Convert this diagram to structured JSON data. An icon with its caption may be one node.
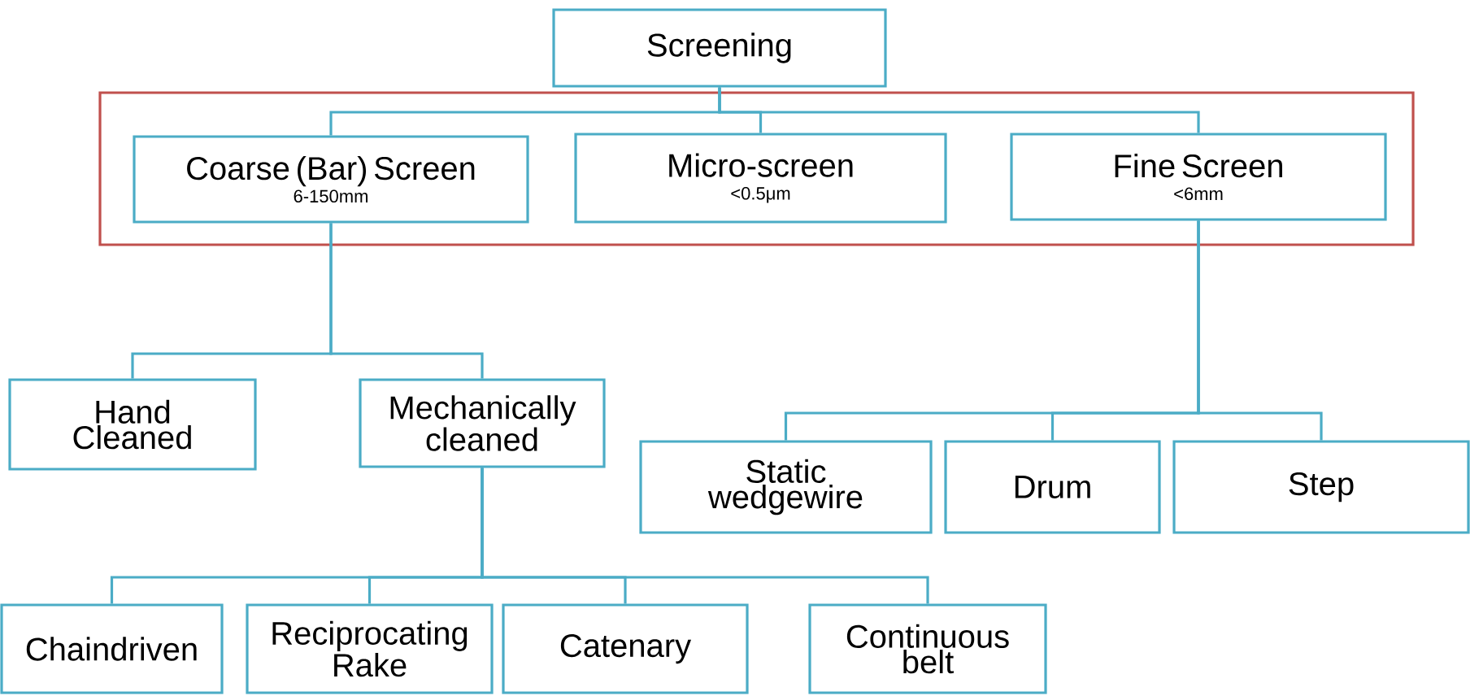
{
  "diagram": {
    "nodes": [
      {
        "text": [
          "Screening"
        ]
      },
      {
        "text": [],
        "shape": "box"
      },
      {
        "text": [
          "Coarse (Bar) Screen",
          "6-150mm"
        ],
        "in": 1
      },
      {
        "text": [
          "Micro-screen",
          "<0.5μm"
        ],
        "in": 1
      },
      {
        "text": [
          "Fine Screen",
          "<6mm"
        ],
        "in": 1
      },
      {
        "text": [
          "Hand Cleaned"
        ]
      },
      {
        "text": [
          "Mechanically cleaned"
        ]
      },
      {
        "text": [
          "Static wedgewire"
        ]
      },
      {
        "text": [
          "Drum"
        ]
      },
      {
        "text": [
          "Step"
        ]
      },
      {
        "text": [
          "Chaindriven"
        ]
      },
      {
        "text": [
          "Reciprocating Rake"
        ]
      },
      {
        "text": [
          "Catenary"
        ]
      },
      {
        "text": [
          "Continuous belt"
        ]
      }
    ],
    "edges": [
      {
        "from": 0,
        "to": 2,
        "arrow": "none"
      },
      {
        "from": 0,
        "to": 3,
        "arrow": "none"
      },
      {
        "from": 0,
        "to": 4,
        "arrow": "none"
      },
      {
        "from": 2,
        "to": 5,
        "arrow": "none"
      },
      {
        "from": 2,
        "to": 6,
        "arrow": "none"
      },
      {
        "from": 4,
        "to": 7,
        "arrow": "none"
      },
      {
        "from": 4,
        "to": 8,
        "arrow": "none"
      },
      {
        "from": 4,
        "to": 9,
        "arrow": "none"
      },
      {
        "from": 6,
        "to": 10,
        "arrow": "none"
      },
      {
        "from": 6,
        "to": 11,
        "arrow": "none"
      },
      {
        "from": 6,
        "to": 12,
        "arrow": "none"
      },
      {
        "from": 6,
        "to": 13,
        "arrow": "none"
      }
    ]
  }
}
